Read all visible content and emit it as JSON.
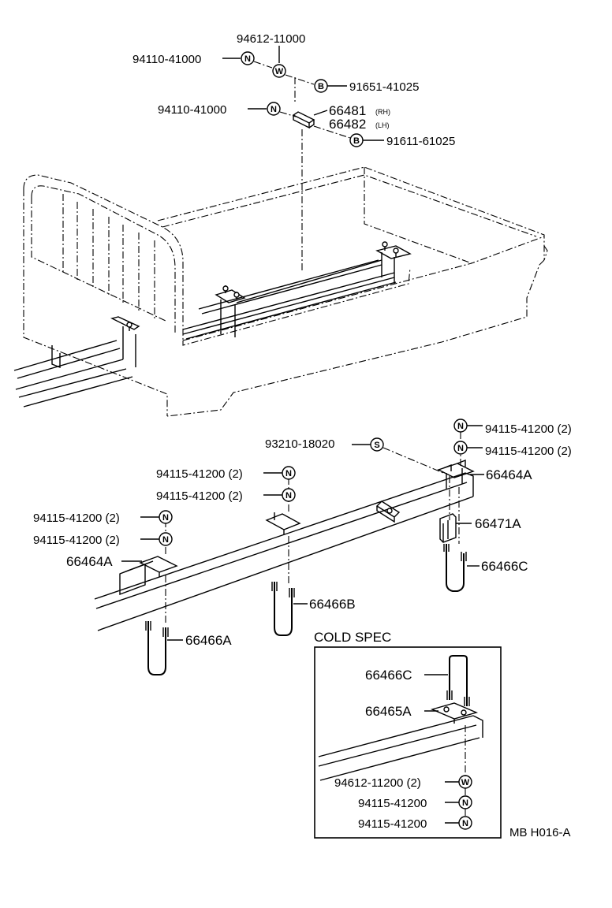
{
  "labels": {
    "p94612_11000": "94612-11000",
    "p94110_41000_a": "94110-41000",
    "p91651_41025": "91651-41025",
    "p94110_41000_b": "94110-41000",
    "p66481": "66481",
    "p66481_side": "(RH)",
    "p66482": "66482",
    "p66482_side": "(LH)",
    "p91611_61025": "91611-61025",
    "p94115_r1": "94115-41200 (2)",
    "p94115_r2": "94115-41200 (2)",
    "p93210_18020": "93210-18020",
    "p66464A_right": "66464A",
    "p94115_m1": "94115-41200 (2)",
    "p94115_m2": "94115-41200 (2)",
    "p94115_l1": "94115-41200 (2)",
    "p94115_l2": "94115-41200 (2)",
    "p66471A": "66471A",
    "p66464A_left": "66464A",
    "p66466C": "66466C",
    "p66466B": "66466B",
    "p66466A": "66466A"
  },
  "cold_spec": {
    "title": "COLD SPEC",
    "p66466C": "66466C",
    "p66465A": "66465A",
    "p94612_11200": "94612-11200 (2)",
    "p94115_a": "94115-41200",
    "p94115_b": "94115-41200"
  },
  "symbols": {
    "nut": "N",
    "washer": "W",
    "bolt": "B",
    "spacer": "S"
  },
  "footer": {
    "code": "MB H016-A"
  }
}
